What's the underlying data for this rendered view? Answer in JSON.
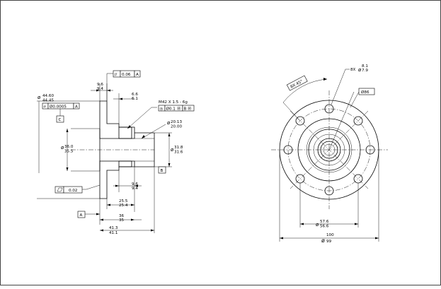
{
  "side_view": {
    "flange_od_upper": "44.60",
    "flange_od_lower": "44.45",
    "flange_fcf_symbol": "⌭",
    "flange_fcf_tol": "Ø0.0005",
    "flange_fcf_ref": "A",
    "datum_c": "C",
    "flange_thk_upper": "9.6",
    "flange_thk_lower": "9.4",
    "parallelism_symbol": "//",
    "parallelism_tol": "0.06",
    "parallelism_ref": "A",
    "shoulder_upper": "6.6",
    "shoulder_lower": "6.1",
    "thread_spec": "M42 X 1.5 - 6g",
    "thread_fcf_symbol": "◎",
    "thread_fcf_tol": "Ø0.1",
    "thread_fcf_mod": "Ⓜ",
    "thread_fcf_ref": "B",
    "thread_fcf_ref_mod": "Ⓜ",
    "bore_upper": "20.13",
    "bore_lower": "20.00",
    "hub_upper": "36.0",
    "hub_lower": "35.5",
    "pilot_upper": "31.8",
    "pilot_lower": "31.6",
    "datum_b": "B",
    "flatness_tol": "0.02",
    "step_upper": "9.6",
    "step_lower": "9.4",
    "len1_upper": "25.5",
    "len1_lower": "25.4",
    "datum_a": "A",
    "len2_upper": "36",
    "len2_lower": "35",
    "len3_upper": "41.3",
    "len3_lower": "41.1"
  },
  "front_view": {
    "angle_label": "8X 45°",
    "holes_prefix": "8X",
    "holes_upper": "8.1",
    "holes_lower": "7.9",
    "od86": "Ø86",
    "bolt_circle_upper": "57.6",
    "bolt_circle_lower": "56.6",
    "outer_upper": "100",
    "outer_lower": "99"
  }
}
